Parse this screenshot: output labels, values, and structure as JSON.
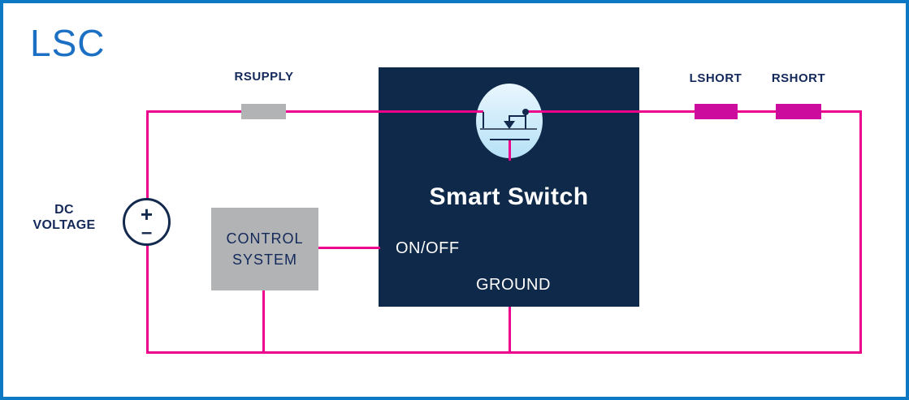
{
  "logo": "LSC",
  "colors": {
    "border_blue": "#0d79c4",
    "logo_blue": "#1c70c4",
    "wire_pink": "#ec008c",
    "resistor_magenta": "#cc0c9c",
    "component_gray": "#b1b3b5",
    "box_navy": "#0e2949",
    "label_navy": "#13295a",
    "mosfet_fill": "#c9e9fa",
    "text_white": "#ffffff"
  },
  "labels": {
    "rsupply": "RSUPPLY",
    "lshort": "LSHORT",
    "rshort": "RSHORT",
    "dc_voltage_line1": "DC",
    "dc_voltage_line2": "VOLTAGE",
    "plus": "+",
    "minus": "–",
    "control_line1": "CONTROL",
    "control_line2": "SYSTEM",
    "smart_switch": "Smart Switch",
    "on_off": "ON/OFF",
    "ground": "GROUND"
  }
}
